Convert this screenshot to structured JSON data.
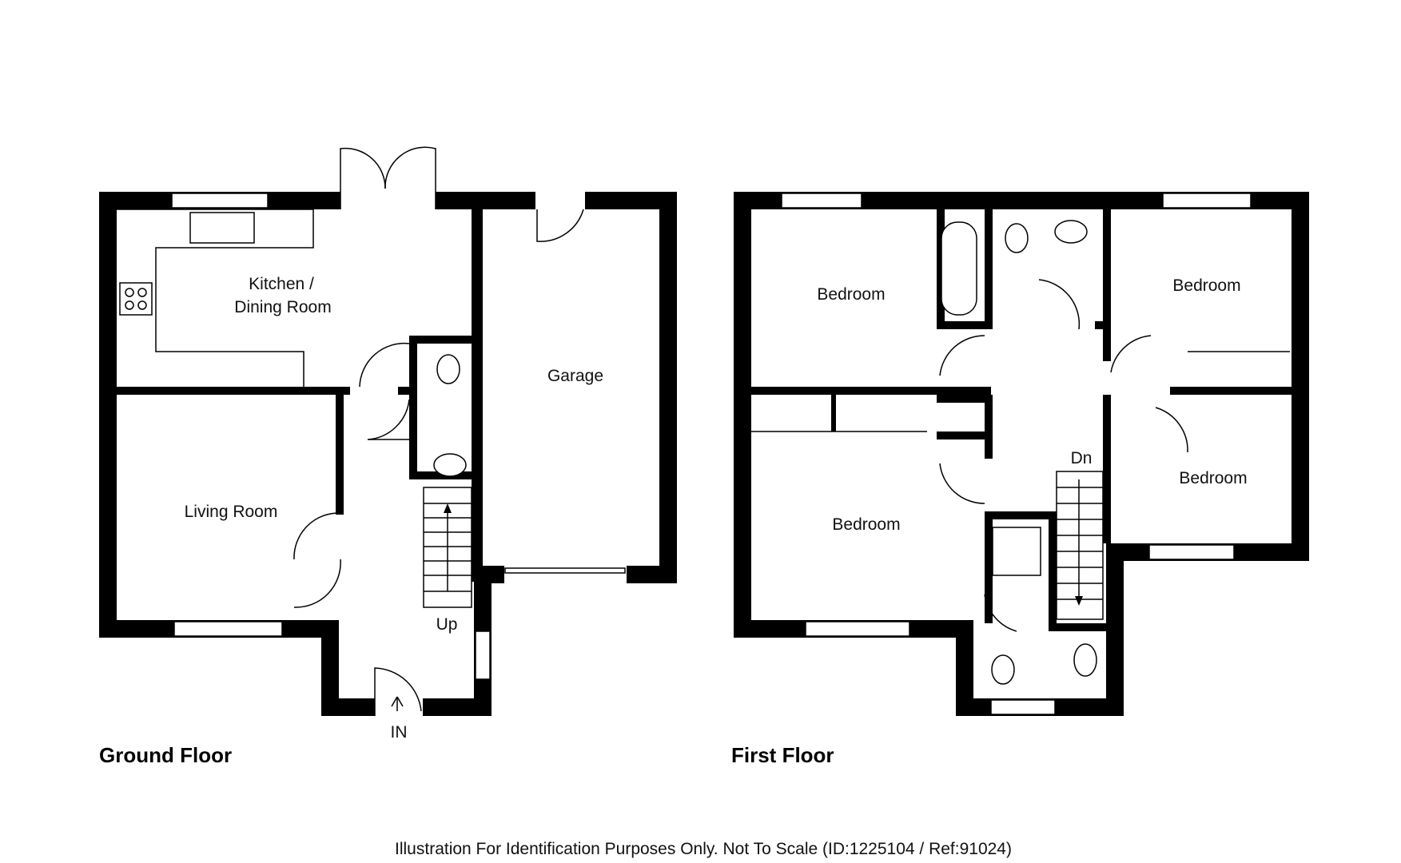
{
  "ground_floor": {
    "title": "Ground Floor",
    "rooms": {
      "kitchen_line1": "Kitchen /",
      "kitchen_line2": "Dining Room",
      "garage": "Garage",
      "living_room": "Living Room"
    },
    "stairs_label": "Up",
    "entrance_label": "IN"
  },
  "first_floor": {
    "title": "First Floor",
    "rooms": {
      "bedroom_top_left": "Bedroom",
      "bedroom_top_right": "Bedroom",
      "bedroom_main": "Bedroom",
      "bedroom_right": "Bedroom"
    },
    "stairs_label": "Dn"
  },
  "footer": {
    "disclaimer": "Illustration For Identification Purposes Only. Not To Scale (ID:1225104 / Ref:91024)"
  },
  "colors": {
    "wall": "#000000",
    "background": "#ffffff",
    "text": "#111111"
  }
}
